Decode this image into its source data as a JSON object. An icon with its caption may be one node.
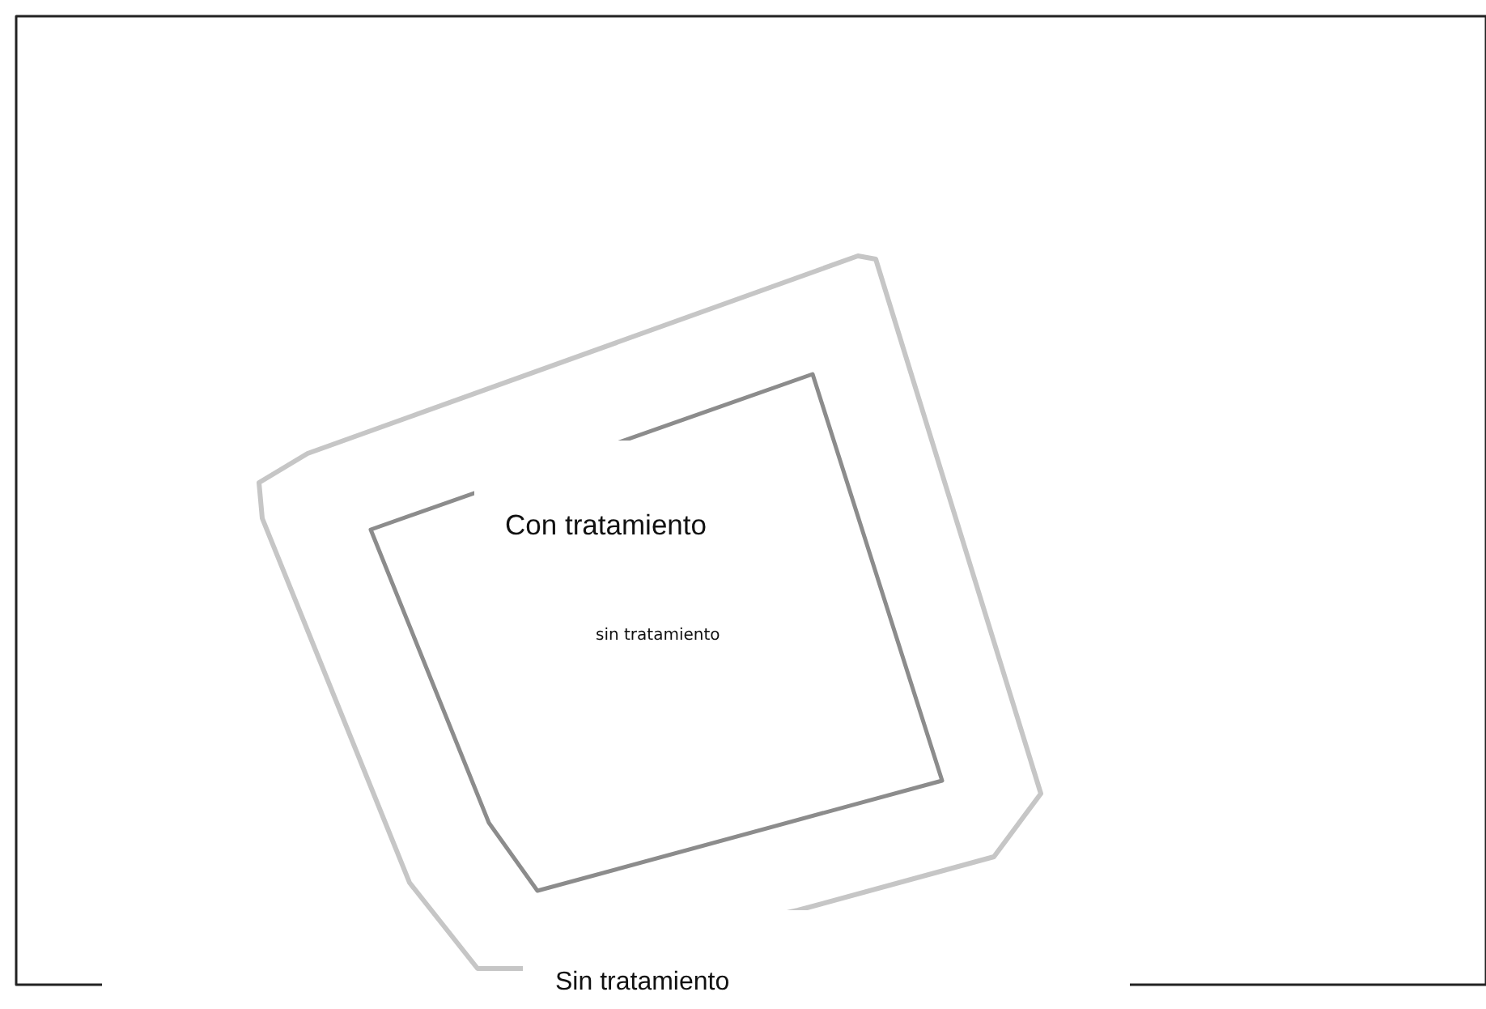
{
  "diagram": {
    "nodes": [
      {
        "text": [
          "Sin tratamiento"
        ]
      },
      {
        "text": [],
        "shape": "polygon",
        "in": 0
      },
      {
        "text": [
          "Con tratamiento",
          "sin tratamiento"
        ],
        "in": 1
      }
    ]
  }
}
